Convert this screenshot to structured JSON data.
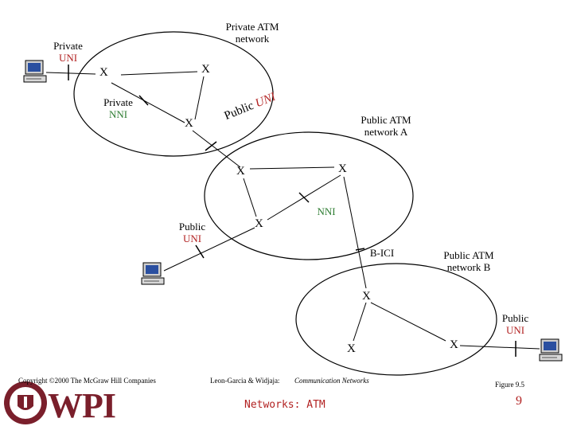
{
  "labels": {
    "private_atm_network": "Private ATM network",
    "private_uni_1": "Private",
    "private_uni_2": "UNI",
    "private_nni_1": "Private",
    "private_nni_2": "NNI",
    "public_uni_diag_1": "Pu",
    "public_uni_diag_2": "blic",
    "public_uni_diag_3": "UNI",
    "public_atm_a": "Public ATM network A",
    "nni": "NNI",
    "public_uni_left_1": "Public",
    "public_uni_left_2": "UNI",
    "bici": "B-ICI",
    "public_atm_b": "Public ATM network B",
    "public_uni_right_1": "Public",
    "public_uni_right_2": "UNI",
    "switch": "X"
  },
  "footer": {
    "copyright": "Copyright ©2000 The McGraw Hill Companies",
    "authors": "Leon-Garcia & Widjaja:",
    "book": "Communication Networks",
    "figure": "Figure 9.5",
    "title": "Networks: ATM",
    "page": "9",
    "logo_text": "WPI"
  },
  "colors": {
    "accent_red": "#b22222",
    "accent_green": "#2e7d32",
    "logo_maroon": "#7a1f2b"
  }
}
